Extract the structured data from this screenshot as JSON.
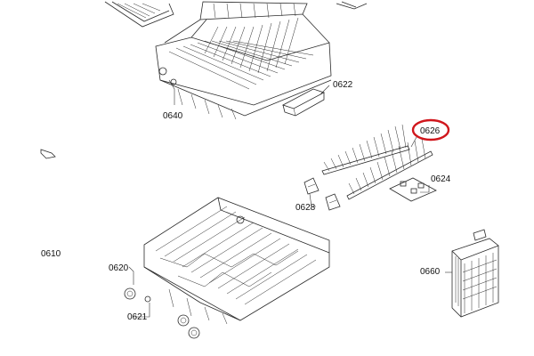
{
  "callouts": [
    {
      "id": "0640",
      "text": "0640"
    },
    {
      "id": "0622",
      "text": "0622"
    },
    {
      "id": "0626",
      "text": "0626",
      "highlighted": true
    },
    {
      "id": "0624",
      "text": "0624"
    },
    {
      "id": "0628",
      "text": "0628"
    },
    {
      "id": "0610",
      "text": "0610"
    },
    {
      "id": "0620",
      "text": "0620"
    },
    {
      "id": "0621",
      "text": "0621"
    },
    {
      "id": "0660",
      "text": "0660"
    }
  ],
  "colors": {
    "line": "#2a2a2a",
    "highlight": "#d0161c",
    "background": "#ffffff"
  }
}
